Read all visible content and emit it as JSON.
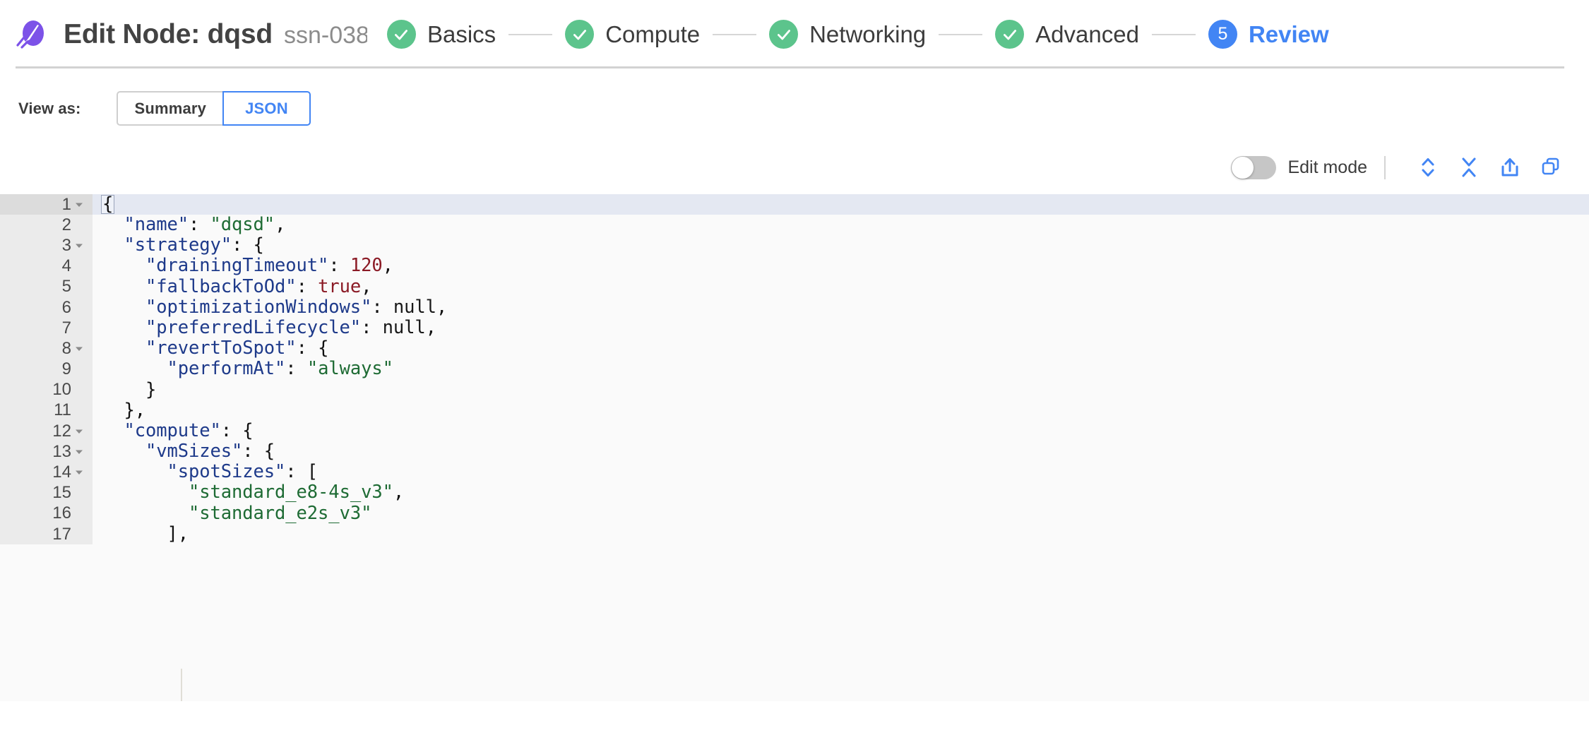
{
  "header": {
    "logo_icon": "spot-comet-logo-icon",
    "logo_color": "#7c52e8",
    "title": "Edit Node: dqsd",
    "subtitle": "ssn-038",
    "stepper": [
      {
        "index": "1",
        "label": "Basics",
        "state": "done",
        "icon": "check-icon"
      },
      {
        "index": "2",
        "label": "Compute",
        "state": "done",
        "icon": "check-icon"
      },
      {
        "index": "3",
        "label": "Networking",
        "state": "done",
        "icon": "check-icon"
      },
      {
        "index": "4",
        "label": "Advanced",
        "state": "done",
        "icon": "check-icon"
      },
      {
        "index": "5",
        "label": "Review",
        "state": "current",
        "icon": "none"
      }
    ],
    "colors": {
      "done": "#5cc48c",
      "current": "#4285f4",
      "connector": "#d6d6d6"
    }
  },
  "view_as": {
    "label": "View as:",
    "options": [
      {
        "label": "Summary",
        "selected": false
      },
      {
        "label": "JSON",
        "selected": true
      }
    ],
    "accent": "#4285f4"
  },
  "editor_toolbar": {
    "edit_mode_label": "Edit mode",
    "edit_mode_on": false,
    "icons": [
      {
        "name": "expand-all-icon",
        "title": "Expand all"
      },
      {
        "name": "collapse-all-icon",
        "title": "Collapse all"
      },
      {
        "name": "export-icon",
        "title": "Export"
      },
      {
        "name": "copy-icon",
        "title": "Copy"
      }
    ],
    "icon_color": "#4285f4"
  },
  "code_editor": {
    "language": "json",
    "background": "#fafafa",
    "gutter_background": "#ebebeb",
    "active_line_background": "#e4e8f2",
    "active_line": 1,
    "lines": [
      {
        "n": "1",
        "fold": "open",
        "indent": 0,
        "tokens": [
          {
            "t": "punct",
            "v": "{"
          }
        ],
        "cursor": true
      },
      {
        "n": "2",
        "fold": "",
        "indent": 1,
        "tokens": [
          {
            "t": "key",
            "v": "\"name\""
          },
          {
            "t": "punct",
            "v": ": "
          },
          {
            "t": "str",
            "v": "\"dqsd\""
          },
          {
            "t": "punct",
            "v": ","
          }
        ]
      },
      {
        "n": "3",
        "fold": "open",
        "indent": 1,
        "tokens": [
          {
            "t": "key",
            "v": "\"strategy\""
          },
          {
            "t": "punct",
            "v": ": {"
          }
        ]
      },
      {
        "n": "4",
        "fold": "",
        "indent": 2,
        "tokens": [
          {
            "t": "key",
            "v": "\"drainingTimeout\""
          },
          {
            "t": "punct",
            "v": ": "
          },
          {
            "t": "num",
            "v": "120"
          },
          {
            "t": "punct",
            "v": ","
          }
        ]
      },
      {
        "n": "5",
        "fold": "",
        "indent": 2,
        "tokens": [
          {
            "t": "key",
            "v": "\"fallbackToOd\""
          },
          {
            "t": "punct",
            "v": ": "
          },
          {
            "t": "bool",
            "v": "true"
          },
          {
            "t": "punct",
            "v": ","
          }
        ]
      },
      {
        "n": "6",
        "fold": "",
        "indent": 2,
        "tokens": [
          {
            "t": "key",
            "v": "\"optimizationWindows\""
          },
          {
            "t": "punct",
            "v": ": "
          },
          {
            "t": "null",
            "v": "null"
          },
          {
            "t": "punct",
            "v": ","
          }
        ]
      },
      {
        "n": "7",
        "fold": "",
        "indent": 2,
        "tokens": [
          {
            "t": "key",
            "v": "\"preferredLifecycle\""
          },
          {
            "t": "punct",
            "v": ": "
          },
          {
            "t": "null",
            "v": "null"
          },
          {
            "t": "punct",
            "v": ","
          }
        ]
      },
      {
        "n": "8",
        "fold": "open",
        "indent": 2,
        "tokens": [
          {
            "t": "key",
            "v": "\"revertToSpot\""
          },
          {
            "t": "punct",
            "v": ": {"
          }
        ]
      },
      {
        "n": "9",
        "fold": "",
        "indent": 3,
        "tokens": [
          {
            "t": "key",
            "v": "\"performAt\""
          },
          {
            "t": "punct",
            "v": ": "
          },
          {
            "t": "str",
            "v": "\"always\""
          }
        ]
      },
      {
        "n": "10",
        "fold": "",
        "indent": 2,
        "tokens": [
          {
            "t": "punct",
            "v": "}"
          }
        ]
      },
      {
        "n": "11",
        "fold": "",
        "indent": 1,
        "tokens": [
          {
            "t": "punct",
            "v": "},"
          }
        ]
      },
      {
        "n": "12",
        "fold": "open",
        "indent": 1,
        "tokens": [
          {
            "t": "key",
            "v": "\"compute\""
          },
          {
            "t": "punct",
            "v": ": {"
          }
        ]
      },
      {
        "n": "13",
        "fold": "open",
        "indent": 2,
        "tokens": [
          {
            "t": "key",
            "v": "\"vmSizes\""
          },
          {
            "t": "punct",
            "v": ": {"
          }
        ]
      },
      {
        "n": "14",
        "fold": "open",
        "indent": 3,
        "tokens": [
          {
            "t": "key",
            "v": "\"spotSizes\""
          },
          {
            "t": "punct",
            "v": ": ["
          }
        ]
      },
      {
        "n": "15",
        "fold": "",
        "indent": 4,
        "tokens": [
          {
            "t": "str",
            "v": "\"standard_e8-4s_v3\""
          },
          {
            "t": "punct",
            "v": ","
          }
        ]
      },
      {
        "n": "16",
        "fold": "",
        "indent": 4,
        "tokens": [
          {
            "t": "str",
            "v": "\"standard_e2s_v3\""
          }
        ]
      },
      {
        "n": "17",
        "fold": "",
        "indent": 3,
        "tokens": [
          {
            "t": "punct",
            "v": "],"
          }
        ]
      }
    ],
    "json_value": {
      "name": "dqsd",
      "strategy": {
        "drainingTimeout": 120,
        "fallbackToOd": true,
        "optimizationWindows": null,
        "preferredLifecycle": null,
        "revertToSpot": {
          "performAt": "always"
        }
      },
      "compute": {
        "vmSizes": {
          "spotSizes": [
            "standard_e8-4s_v3",
            "standard_e2s_v3"
          ]
        }
      }
    }
  }
}
